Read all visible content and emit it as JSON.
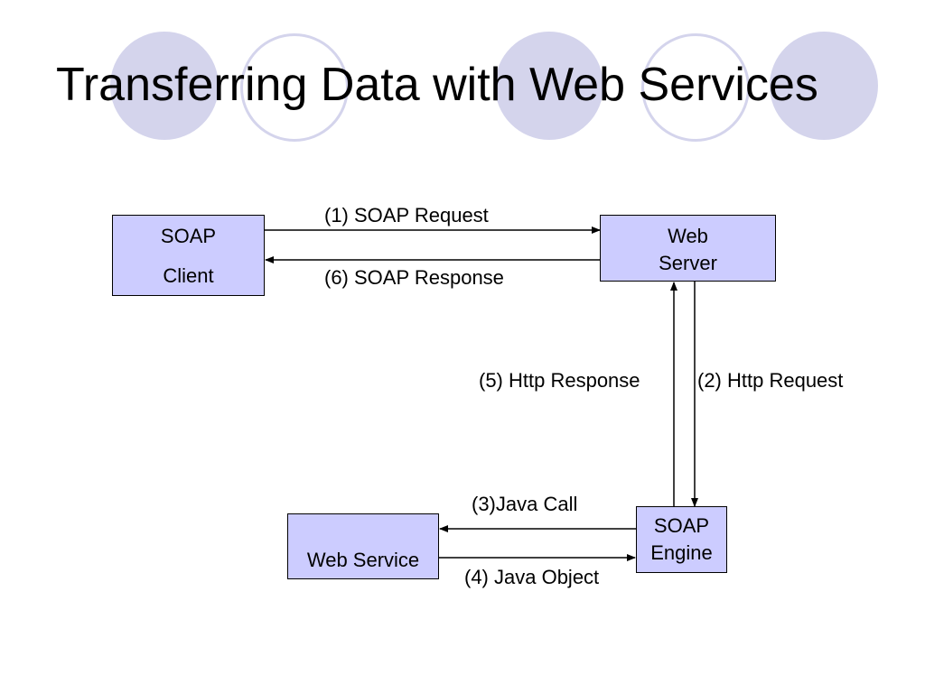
{
  "title": "Transferring Data with Web Services",
  "colors": {
    "decor_circle": "#d4d4ec",
    "box_fill": "#ccccff"
  },
  "nodes": {
    "soap_client": {
      "line1": "SOAP",
      "line2": "Client"
    },
    "web_server": {
      "line1": "Web",
      "line2": "Server"
    },
    "soap_engine": {
      "line1": "SOAP",
      "line2": "Engine"
    },
    "web_service": {
      "label": "Web Service"
    }
  },
  "edges": {
    "soap_request": "(1) SOAP Request",
    "http_request": "(2) Http Request",
    "java_call": "(3)Java Call",
    "java_object": "(4) Java Object",
    "http_response": "(5) Http Response",
    "soap_response": "(6) SOAP Response"
  }
}
